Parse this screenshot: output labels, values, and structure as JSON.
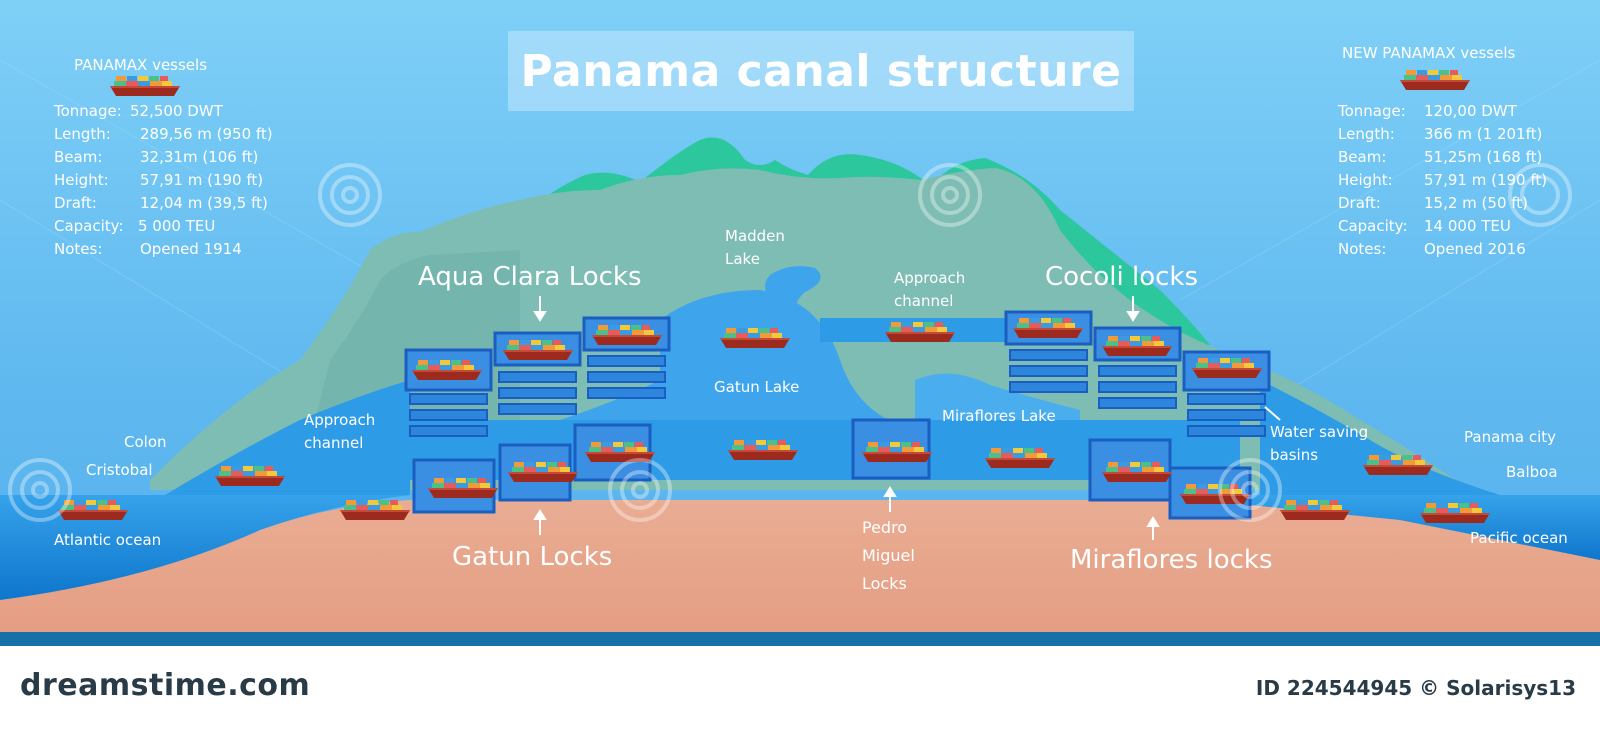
{
  "title": "Panama canal structure",
  "panamax": {
    "heading": "PANAMAX vessels",
    "rows": [
      {
        "key": "Tonnage:",
        "value": "52,500 DWT"
      },
      {
        "key": "Length:",
        "value": "289,56 m (950 ft)"
      },
      {
        "key": "Beam:",
        "value": "32,31m (106 ft)"
      },
      {
        "key": "Height:",
        "value": "57,91 m (190 ft)"
      },
      {
        "key": "Draft:",
        "value": "12,04 m (39,5 ft)"
      },
      {
        "key": "Capacity:",
        "value": "5 000 TEU"
      },
      {
        "key": "Notes:",
        "value": "Opened 1914"
      }
    ]
  },
  "new_panamax": {
    "heading": "NEW PANAMAX vessels",
    "rows": [
      {
        "key": "Tonnage:",
        "value": "120,00 DWT"
      },
      {
        "key": "Length:",
        "value": "366 m (1 201ft)"
      },
      {
        "key": "Beam:",
        "value": "51,25m (168 ft)"
      },
      {
        "key": "Height:",
        "value": "57,91 m (190 ft)"
      },
      {
        "key": "Draft:",
        "value": "15,2 m (50 ft)"
      },
      {
        "key": "Capacity:",
        "value": "14 000 TEU"
      },
      {
        "key": "Notes:",
        "value": "Opened 2016"
      }
    ]
  },
  "labels": {
    "aqua_clara": "Aqua Clara Locks",
    "cocoli": "Cocoli locks",
    "gatun_locks": "Gatun Locks",
    "miraflores_locks": "Miraflores locks",
    "pedro_miguel_1": "Pedro",
    "pedro_miguel_2": "Miguel",
    "pedro_miguel_3": "Locks",
    "madden_1": "Madden",
    "madden_2": "Lake",
    "approach_top_1": "Approach",
    "approach_top_2": "channel",
    "approach_left_1": "Approach",
    "approach_left_2": "channel",
    "gatun_lake": "Gatun Lake",
    "miraflores_lake": "Miraflores Lake",
    "water_saving_1": "Water saving",
    "water_saving_2": "basins",
    "colon": "Colon",
    "cristobal": "Cristobal",
    "atlantic": "Atlantic ocean",
    "panama_city": "Panama city",
    "balboa": "Balboa",
    "pacific": "Pacific ocean"
  },
  "footer": {
    "logo": "dreamstime.com",
    "credit": "ID 224544945 © Solarisys13"
  },
  "colors": {
    "sky": "#6cc2f3",
    "mountain_far": "#7bbdb6",
    "mountain_near": "#2fc79a",
    "water": "#1f8fe0",
    "land": "#e8a58c",
    "footer_bar": "#1771a6",
    "ship_hull": "#9c2a1e",
    "lock_frame": "#1b5ec2"
  }
}
